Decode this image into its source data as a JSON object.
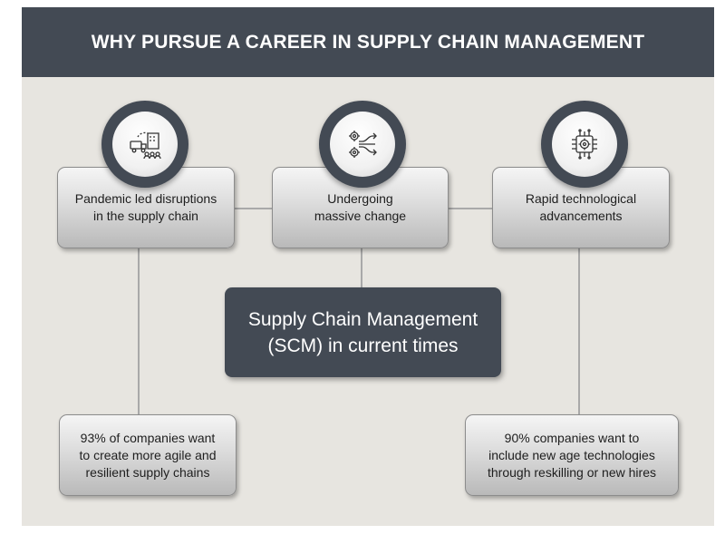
{
  "header": {
    "title": "WHY PURSUE A CAREER IN SUPPLY CHAIN MANAGEMENT"
  },
  "top_boxes": [
    {
      "label": "Pandemic led disruptions\nin the supply chain",
      "icon": "logistics-icon"
    },
    {
      "label": "Undergoing\nmassive change",
      "icon": "process-change-icon"
    },
    {
      "label": "Rapid technological\nadvancements",
      "icon": "chip-gear-icon"
    }
  ],
  "center": {
    "label": "Supply Chain Management\n(SCM) in current times"
  },
  "bottom_boxes": [
    {
      "label": "93% of companies want\nto create more agile and\nresilient supply chains"
    },
    {
      "label": "90% companies want to\ninclude new age technologies\nthrough reskilling or new hires"
    }
  ],
  "colors": {
    "header": "#434a54",
    "background": "#e7e5e0",
    "connector": "#a9a9a9"
  }
}
